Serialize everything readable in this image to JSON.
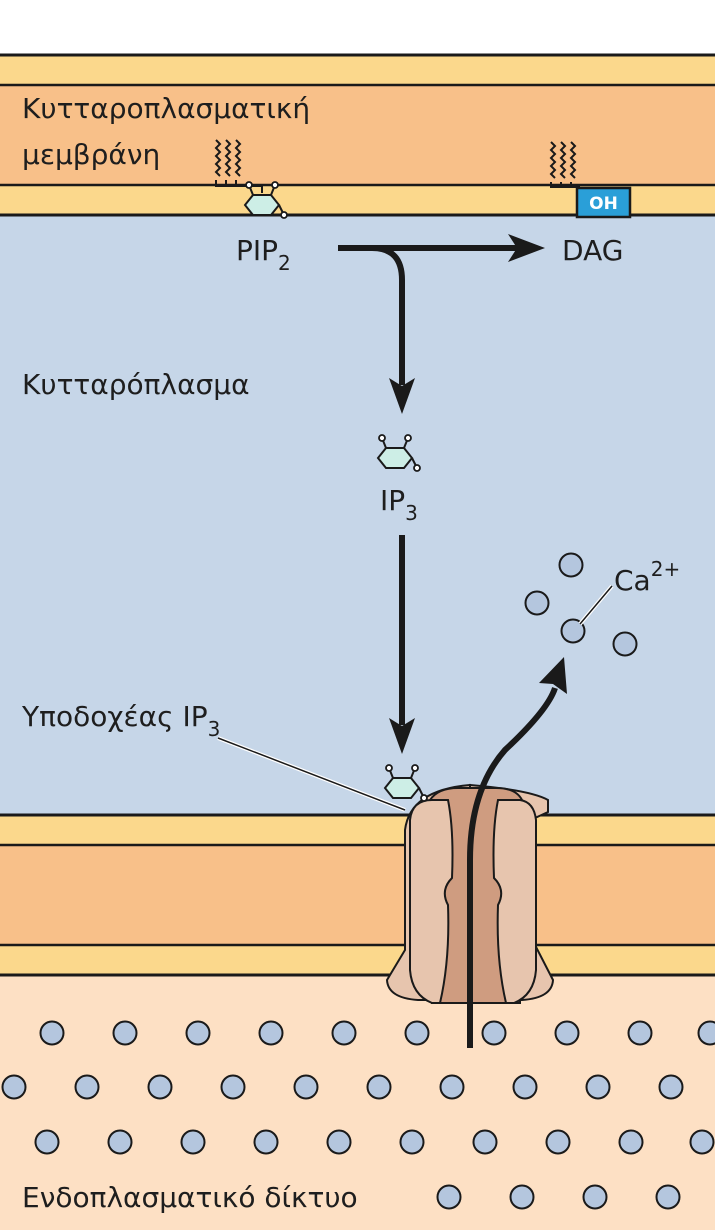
{
  "labels": {
    "plasma_membrane_line1": "Κυτταροπλασματική",
    "plasma_membrane_line2": "μεμβράνη",
    "pip2_main": "PIP",
    "pip2_sub": "2",
    "dag": "DAG",
    "oh": "OH",
    "cytoplasm": "Κυτταρόπλασμα",
    "ip3_main": "IP",
    "ip3_sub": "3",
    "receptor_main": "Υποδοχέας IP",
    "receptor_sub": "3",
    "calcium_main": "Ca",
    "calcium_sup": "2+",
    "er": "Ενδοπλασματικό δίκτυο"
  },
  "colors": {
    "cytoplasm": "#c6d6e8",
    "membrane_core": "#f8c089",
    "membrane_edge": "#fbd88c",
    "er_lumen": "#fde0c4",
    "ion": "#b4c6de",
    "channel_outer": "#e7c5ae",
    "channel_inner": "#cf9c80",
    "oh_box": "#2a9fd8",
    "hexagon": "#cdeee6",
    "arrow": "#1a1a1a"
  },
  "icons": [
    "inositol-hexagon-icon",
    "calcium-ion-icon",
    "ip3-receptor-channel-icon"
  ]
}
